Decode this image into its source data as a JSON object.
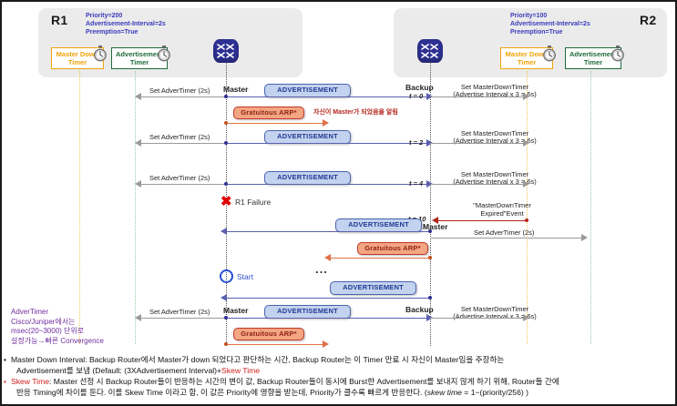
{
  "routers": {
    "left": {
      "name": "R1",
      "properties": "Priority=200\nAdvertisement-Interval=2s\nPreemption=True",
      "icon": "router-icon",
      "timers": [
        {
          "label": "Master Down\nTimer",
          "color": "#f0a30a",
          "icon": "stopwatch-icon"
        },
        {
          "label": "Advertisement\nTimer",
          "color": "#1e6b3a",
          "icon": "stopwatch-icon"
        }
      ]
    },
    "right": {
      "name": "R2",
      "properties": "Priority=100\nAdvertisement-Interval=2s\nPreemption=True",
      "icon": "router-icon",
      "timers": [
        {
          "label": "Master Down\nTimer",
          "color": "#f0a30a",
          "icon": "stopwatch-icon"
        },
        {
          "label": "Advertisement\nTimer",
          "color": "#1e6b3a",
          "icon": "stopwatch-icon"
        }
      ]
    }
  },
  "sequence": {
    "role_labels": {
      "master_1": "Master",
      "master_2": "Master",
      "master_3": "Master",
      "backup_1": "Backup",
      "backup_2": "Backup"
    },
    "set_adver_timer": "Set AdverTimer (2s)",
    "set_master_down_timer_title": "Set MasterDownTimer",
    "set_master_down_timer_sub": "(Advertise Interval x 3 = 6s)",
    "advertisement": "ADVERTISEMENT",
    "gratuitous_arp": "Gratuitous ARP*",
    "arp_note_kr": "자신이 Master가 되었음을 알림",
    "times": {
      "t0": "t = 0",
      "t2": "t = 2",
      "t4": "t = 4",
      "t10": "t = 10"
    },
    "failure_label": "R1 Failure",
    "failure_icon": "x-mark-icon",
    "master_down_expired": "\"MasterDownTimer\nExpired\"Event",
    "start_label": "Start",
    "start_icon": "start-circle-icon",
    "ellipsis": "..."
  },
  "side_note": {
    "text": "AdverTimer\nCisco/Juniper에서는\nmsec(20~3000) 단위로\n설정가능→빠른 Convergence",
    "color": "#7030a0"
  },
  "bottom_notes": [
    {
      "bullet": "•",
      "line1_a": "Master Down Interval: Backup Router에서 Master가 down 되었다고 판단하는 시간, Backup Router는 이 Timer 만료 시 자신이 Master임을 주장하는",
      "line2_a": "Advertisement를 보냄 (Default: (3XAdvertisement Interval)+",
      "line2_red": "Skew Time"
    },
    {
      "bullet": "•",
      "head_red": "Skew Time",
      "line1_rest": ": Master 선정 시 Backup Router들이 반응하는 시간의 변이 값, Backup Router들이 동시에 Burst한 Advertisement를 보내지 않게 하기 위해, Router들 간에",
      "line2": "반응 Timing에 차이를 둔다. 이를 Skew Time 이라고 함, 이 값은 Priority에 영향을 받는데, Priority가 클수록 빠르게 반응한다. (",
      "line2_italic": "skew time",
      "line2_tail": " = 1−(priority/256) )"
    }
  ],
  "colors": {
    "advertisement_chip": "#c3d2ef",
    "arp_chip": "#f4a582",
    "master_down_timer": "#f0a30a",
    "advertisement_timer": "#1e6b3a",
    "panel": "#ebebeb",
    "note_purple": "#7030a0",
    "accent_blue": "#2e3192"
  }
}
